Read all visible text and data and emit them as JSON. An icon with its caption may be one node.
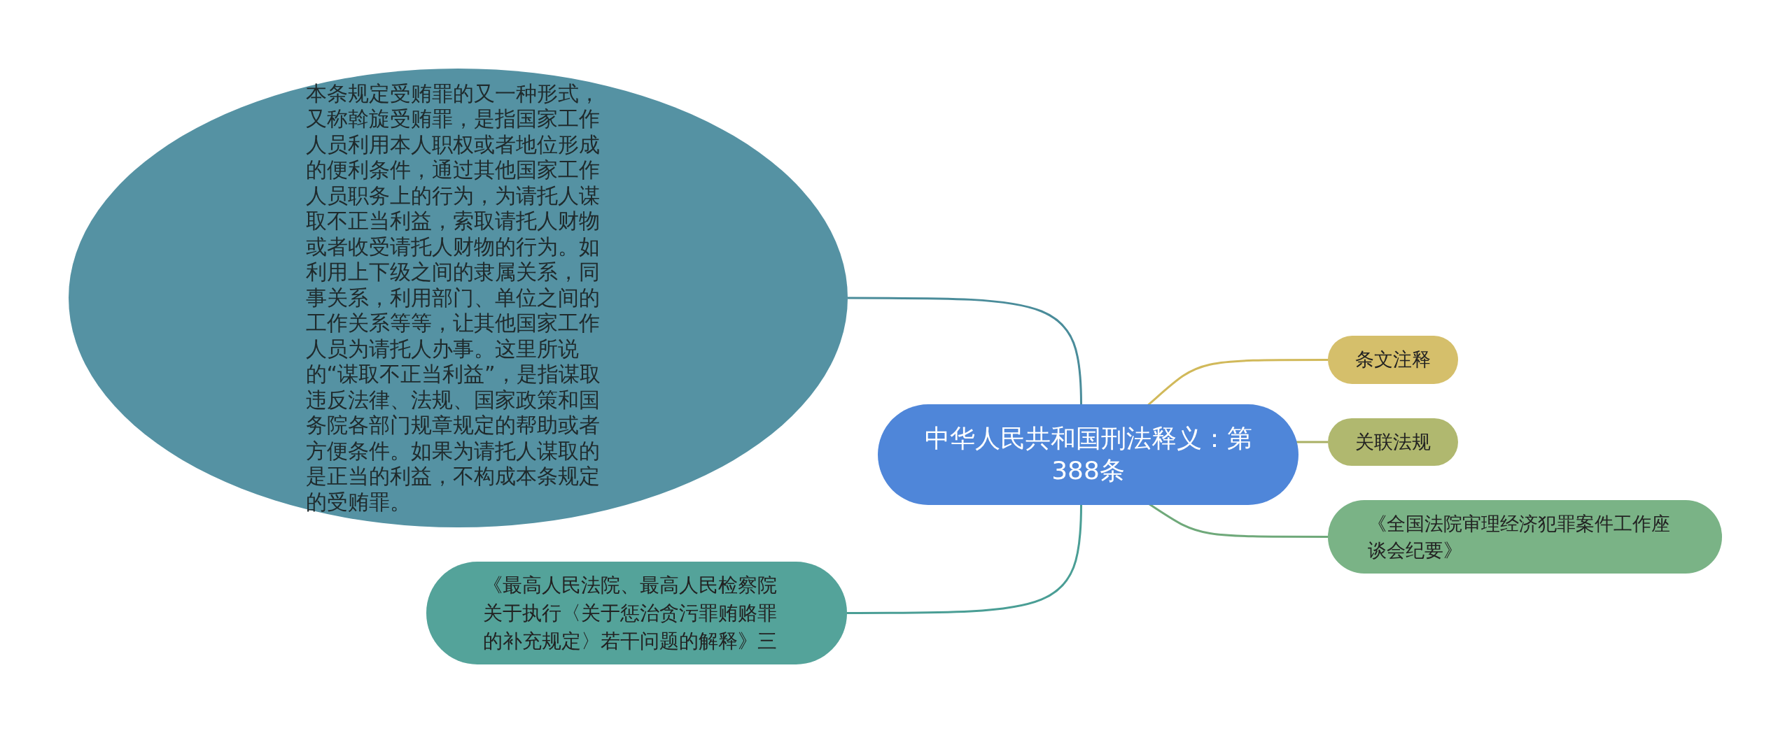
{
  "diagram": {
    "nodes": [
      {
        "text": [
          "中华人民共和国刑法释义：第388条"
        ]
      },
      {
        "text": [
          "本条规定受贿罪的又一种形式，又称斡旋受贿罪，是指国家工作人员利用本人职权或者地位形成的便利条件，通过其他国家工作人员职务上的行为，为请托人谋取不正当利益，索取请托人财物或者收受请托人财物的行为。如利用上下级之间的隶属关系，同事关系，利用部门、单位之间的工作关系等等，让其他国家工作人员为请托人办事。这里所说的“谋取不正当利益”，是指谋取违反法律、法规、国家政策和国务院各部门规章规定的帮助或者方便条件。如果为请托人谋取的是正当的利益，不构成本条规定的受贿罪。"
        ]
      },
      {
        "text": [
          "条文注释"
        ]
      },
      {
        "text": [
          "关联法规"
        ]
      },
      {
        "text": [
          "《全国法院审理经济犯罪案件工作座谈会纪要》"
        ]
      },
      {
        "text": [
          "《最高人民法院、最高人民检察院关于执行〈关于惩治贪污罪贿赂罪的补充规定〉若干问题的解释》三"
        ]
      }
    ],
    "edges": [
      {
        "from": 0,
        "to": 1,
        "arrow": "none",
        "color": "#4a8c9a"
      },
      {
        "from": 0,
        "to": 2,
        "arrow": "none",
        "color": "#d1b95a"
      },
      {
        "from": 0,
        "to": 3,
        "arrow": "none",
        "color": "#a9b064"
      },
      {
        "from": 0,
        "to": 4,
        "arrow": "none",
        "color": "#6fa97a"
      },
      {
        "from": 0,
        "to": 5,
        "arrow": "none",
        "color": "#4a9e95"
      }
    ]
  }
}
